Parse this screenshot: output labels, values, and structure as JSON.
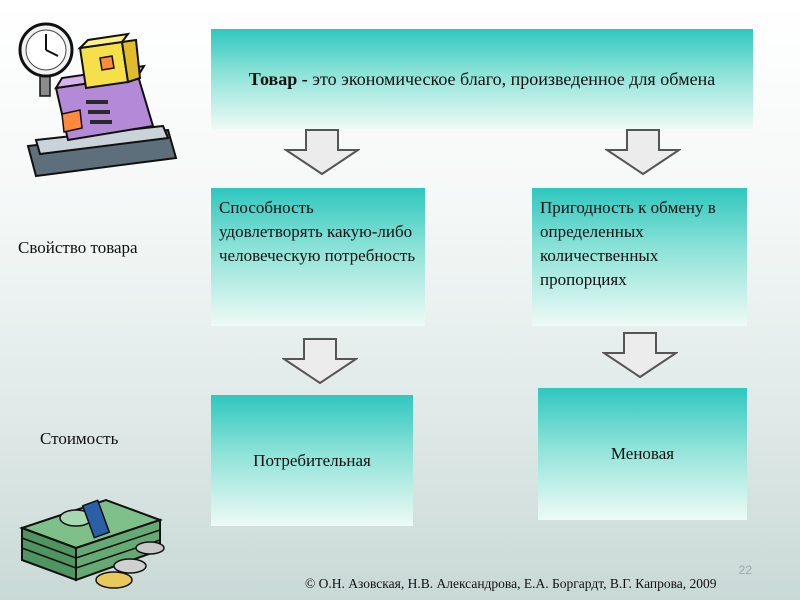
{
  "header": {
    "term": "Товар -",
    "definition": " это экономическое благо, произведенное для обмена"
  },
  "properties": {
    "row_label": "Свойство товара",
    "left": "Способность удовлетворять какую-либо человеческую потребность",
    "right": "Пригодность к обмену в определенных количественных пропорциях"
  },
  "value": {
    "row_label": "Стоимость",
    "left": "Потребительная",
    "right": "Меновая"
  },
  "footer": {
    "page_number": "22",
    "copyright": "© О.Н. Азовская, Н.В. Александрова, Е.А. Боргардт, В.Г. Капрова, 2009"
  },
  "colors": {
    "box_top": "#2fc7bf",
    "box_bottom": "#eefaf6",
    "arrow_fill": "#ececec"
  }
}
